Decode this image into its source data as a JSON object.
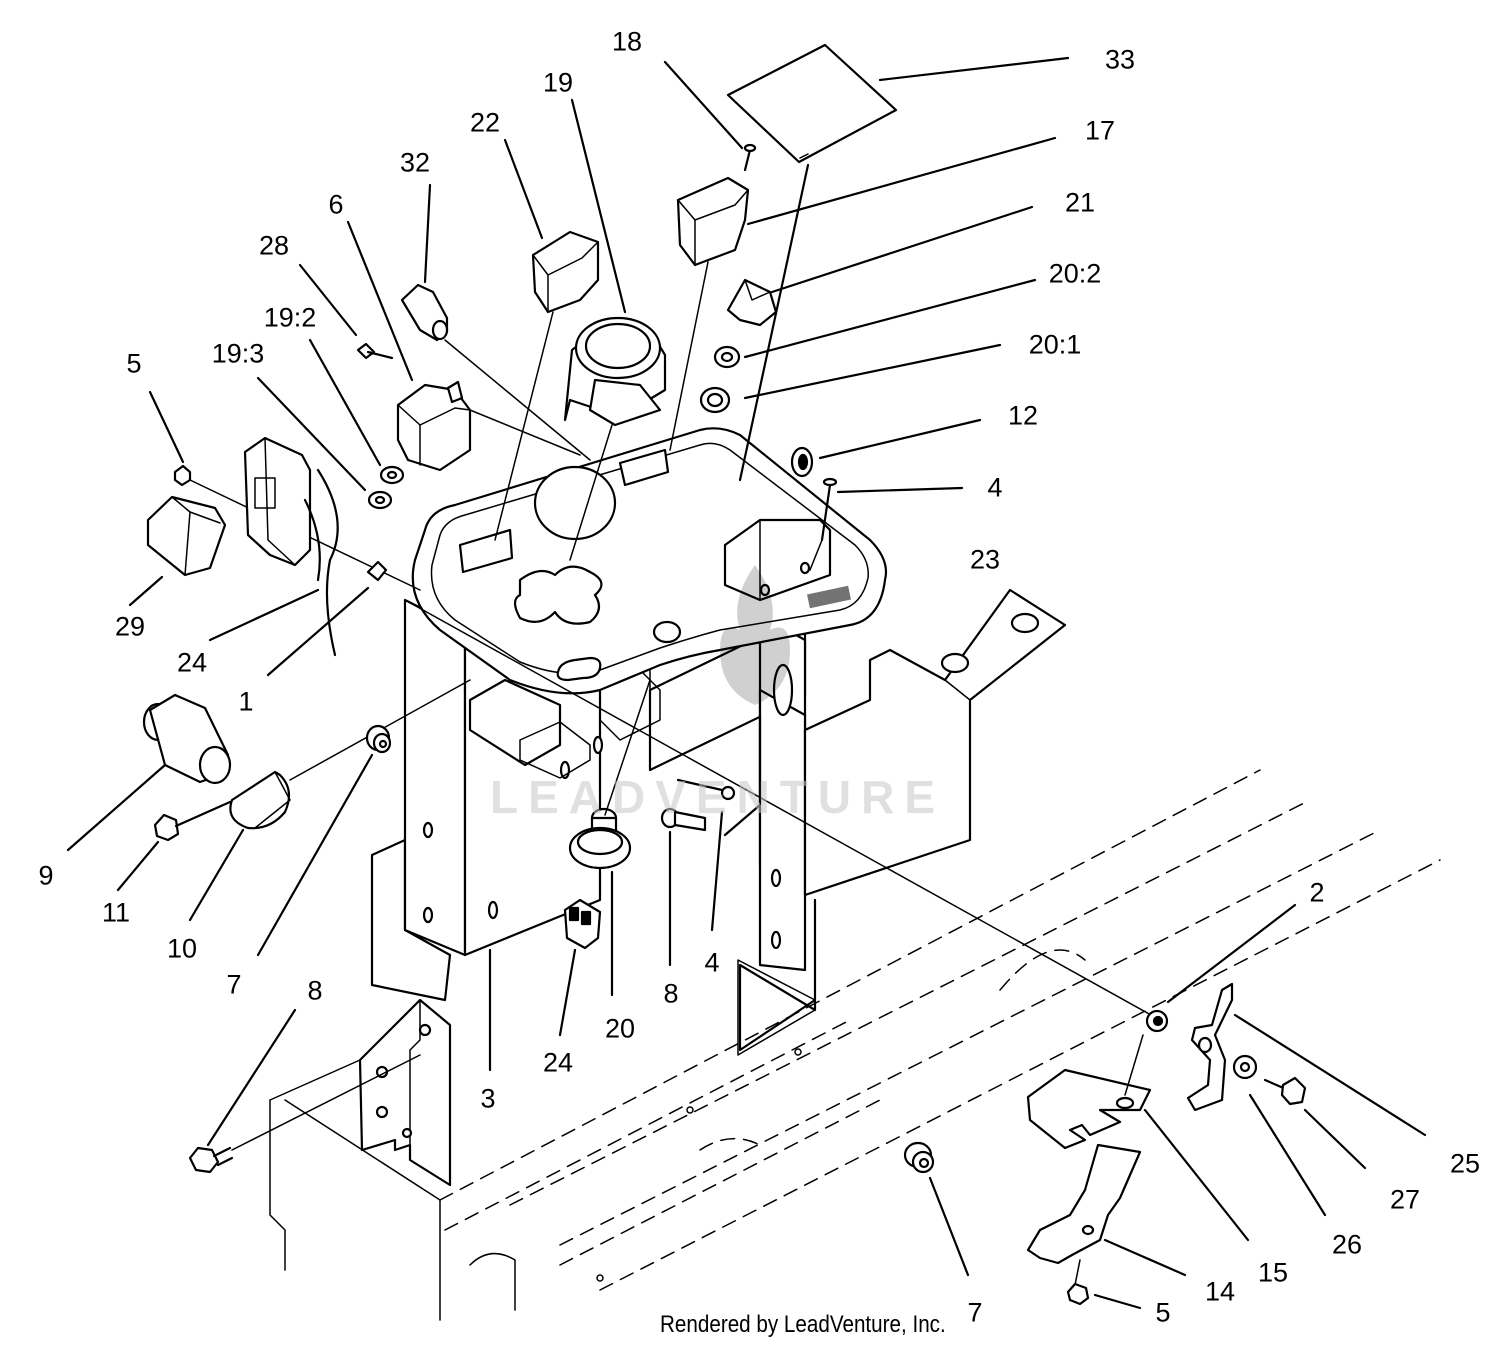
{
  "diagram": {
    "labels": [
      "33",
      "18",
      "19",
      "17",
      "22",
      "21",
      "32",
      "20:2",
      "6",
      "28",
      "20:1",
      "19:2",
      "19:3",
      "5",
      "12",
      "4",
      "23",
      "29",
      "24",
      "1",
      "9",
      "11",
      "10",
      "7",
      "8",
      "4",
      "2",
      "24",
      "20",
      "8",
      "3",
      "25",
      "27",
      "26",
      "15",
      "14",
      "7",
      "5"
    ],
    "credit": "Rendered by LeadVenture, Inc.",
    "watermark": "LEADVENTURE"
  }
}
